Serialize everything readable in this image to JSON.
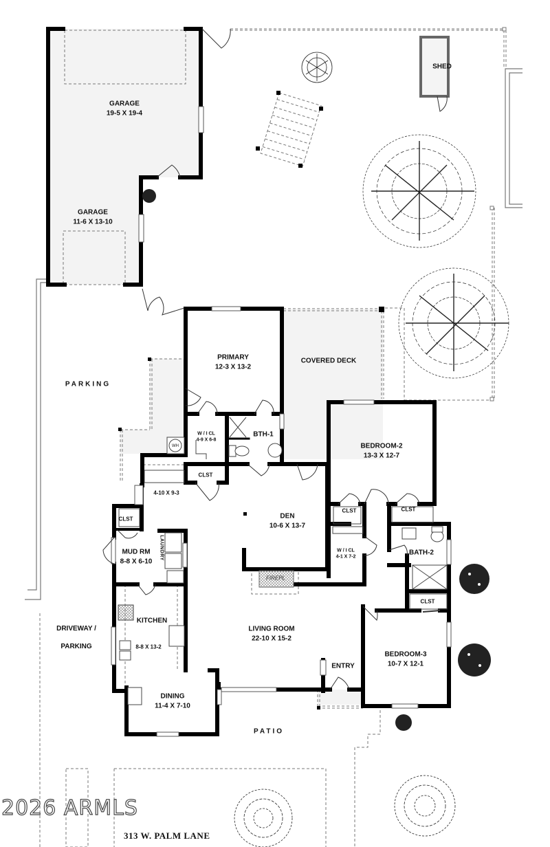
{
  "plan": {
    "address": "313 W. PALM LANE",
    "watermark": "2026 ARMLS",
    "colors": {
      "wall": "#000000",
      "floor_fill": "#f3f3f3",
      "line": "#555555",
      "background": "#ffffff"
    }
  },
  "rooms": {
    "garage_main": {
      "name": "GARAGE",
      "dim": "19-5 X 19-4"
    },
    "garage_lower": {
      "name": "GARAGE",
      "dim": "11-6 X 13-10"
    },
    "shed": {
      "name": "SHED"
    },
    "primary": {
      "name": "PRIMARY",
      "dim": "12-3 X 13-2"
    },
    "covered_deck": {
      "name": "COVERED DECK"
    },
    "wicl_primary": {
      "name": "W / I CL",
      "dim": "4-9 X 6-8"
    },
    "bth1": {
      "name": "BTH-1"
    },
    "wh": {
      "name": "WH"
    },
    "clst_primary": {
      "name": "CLST"
    },
    "hall": {
      "dim": "4-10 X 9-3"
    },
    "bedroom2": {
      "name": "BEDROOM-2",
      "dim": "13-3  X  12-7"
    },
    "clst_b2_left": {
      "name": "CLST"
    },
    "clst_b2_right": {
      "name": "CLST"
    },
    "den": {
      "name": "DEN",
      "dim": "10-6 X 13-7"
    },
    "clst_mud": {
      "name": "CLST"
    },
    "mudrm": {
      "name": "MUD RM",
      "dim": "8-8 X 6-10"
    },
    "laundry": {
      "name": "LAUNDRY"
    },
    "wicl_hall": {
      "name": "W / I CL",
      "dim": "4-1 X 7-2"
    },
    "bath2": {
      "name": "BATH-2"
    },
    "clst_b3": {
      "name": "CLST"
    },
    "firepl": {
      "name": "FIREPL"
    },
    "kitchen": {
      "name": "KITCHEN",
      "dim": "8-8 X 13-2"
    },
    "living": {
      "name": "LIVING ROOM",
      "dim": "22-10  X  15-2"
    },
    "entry": {
      "name": "ENTRY"
    },
    "bedroom3": {
      "name": "BEDROOM-3",
      "dim": "10-7  X  12-1"
    },
    "dining": {
      "name": "DINING",
      "dim": "11-4 X 7-10"
    }
  },
  "outdoor": {
    "parking": "PARKING",
    "driveway_line1": "DRIVEWAY  /",
    "driveway_line2": "PARKING",
    "patio": "PATIO"
  }
}
